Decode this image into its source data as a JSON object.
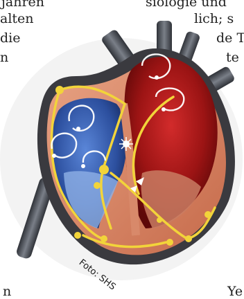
{
  "text_fragments": {
    "top_left_1": "jahren",
    "top_left_2": "alten",
    "top_left_3": "die",
    "top_left_4": "n",
    "top_mid": "siologie und",
    "right_1": "lich; s",
    "right_2": "de T",
    "right_3": "te",
    "right_4": "Ye",
    "bottom_left": "n"
  },
  "credit": "Foto: SHS"
}
